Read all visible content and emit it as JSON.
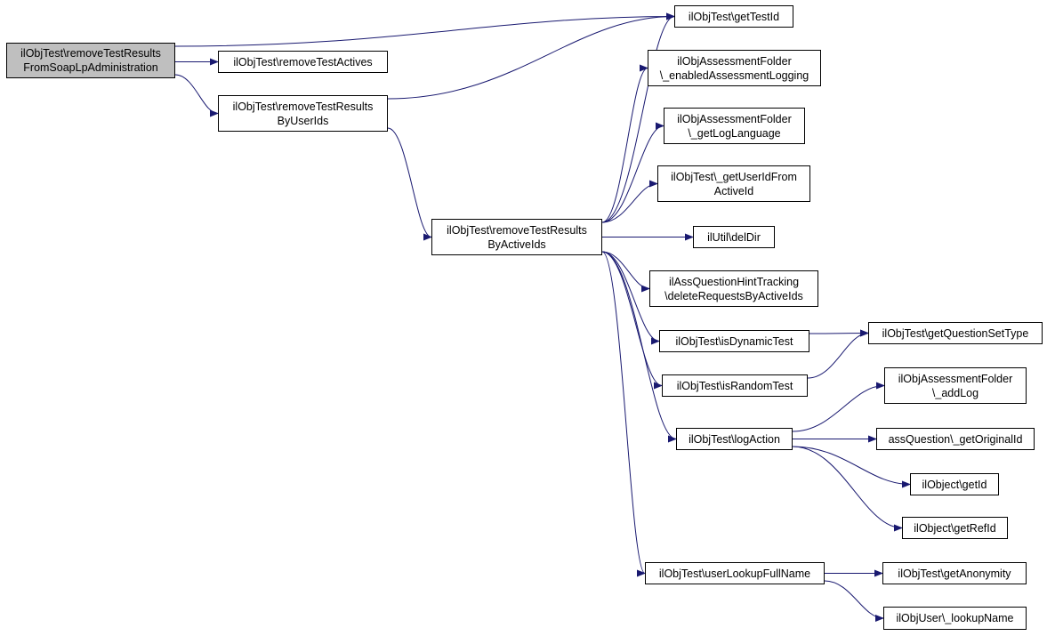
{
  "diagram": {
    "edge_color": "#191970",
    "root_fill": "#bfbfbf",
    "nodes": [
      {
        "id": "root",
        "lines": [
          "ilObjTest\\removeTestResults",
          "FromSoapLpAdministration"
        ],
        "root": true
      },
      {
        "id": "getTestId",
        "lines": [
          "ilObjTest\\getTestId"
        ]
      },
      {
        "id": "removeTestActives",
        "lines": [
          "ilObjTest\\removeTestActives"
        ]
      },
      {
        "id": "removeByUserIds",
        "lines": [
          "ilObjTest\\removeTestResults",
          "ByUserIds"
        ]
      },
      {
        "id": "enabledLogging",
        "lines": [
          "ilObjAssessmentFolder",
          "\\_enabledAssessmentLogging"
        ]
      },
      {
        "id": "getLogLanguage",
        "lines": [
          "ilObjAssessmentFolder",
          "\\_getLogLanguage"
        ]
      },
      {
        "id": "getUserIdFromActiveId",
        "lines": [
          "ilObjTest\\_getUserIdFrom",
          "ActiveId"
        ]
      },
      {
        "id": "removeByActiveIds",
        "lines": [
          "ilObjTest\\removeTestResults",
          "ByActiveIds"
        ]
      },
      {
        "id": "delDir",
        "lines": [
          "ilUtil\\delDir"
        ]
      },
      {
        "id": "hintTracking",
        "lines": [
          "ilAssQuestionHintTracking",
          "\\deleteRequestsByActiveIds"
        ]
      },
      {
        "id": "isDynamicTest",
        "lines": [
          "ilObjTest\\isDynamicTest"
        ]
      },
      {
        "id": "getQuestionSetType",
        "lines": [
          "ilObjTest\\getQuestionSetType"
        ]
      },
      {
        "id": "isRandomTest",
        "lines": [
          "ilObjTest\\isRandomTest"
        ]
      },
      {
        "id": "addLog",
        "lines": [
          "ilObjAssessmentFolder",
          "\\_addLog"
        ]
      },
      {
        "id": "logAction",
        "lines": [
          "ilObjTest\\logAction"
        ]
      },
      {
        "id": "getOriginalId",
        "lines": [
          "assQuestion\\_getOriginalId"
        ]
      },
      {
        "id": "getId",
        "lines": [
          "ilObject\\getId"
        ]
      },
      {
        "id": "getRefId",
        "lines": [
          "ilObject\\getRefId"
        ]
      },
      {
        "id": "userLookupFullName",
        "lines": [
          "ilObjTest\\userLookupFullName"
        ]
      },
      {
        "id": "getAnonymity",
        "lines": [
          "ilObjTest\\getAnonymity"
        ]
      },
      {
        "id": "lookupName",
        "lines": [
          "ilObjUser\\_lookupName"
        ]
      }
    ],
    "edges": [
      {
        "from": "root",
        "to": "getTestId"
      },
      {
        "from": "root",
        "to": "removeTestActives"
      },
      {
        "from": "root",
        "to": "removeByUserIds"
      },
      {
        "from": "removeByUserIds",
        "to": "getTestId"
      },
      {
        "from": "removeByUserIds",
        "to": "removeByActiveIds"
      },
      {
        "from": "removeByActiveIds",
        "to": "getTestId"
      },
      {
        "from": "removeByActiveIds",
        "to": "enabledLogging"
      },
      {
        "from": "removeByActiveIds",
        "to": "getLogLanguage"
      },
      {
        "from": "removeByActiveIds",
        "to": "getUserIdFromActiveId"
      },
      {
        "from": "removeByActiveIds",
        "to": "delDir"
      },
      {
        "from": "removeByActiveIds",
        "to": "hintTracking"
      },
      {
        "from": "removeByActiveIds",
        "to": "isDynamicTest"
      },
      {
        "from": "removeByActiveIds",
        "to": "isRandomTest"
      },
      {
        "from": "removeByActiveIds",
        "to": "logAction"
      },
      {
        "from": "removeByActiveIds",
        "to": "userLookupFullName"
      },
      {
        "from": "isDynamicTest",
        "to": "getQuestionSetType"
      },
      {
        "from": "isRandomTest",
        "to": "getQuestionSetType"
      },
      {
        "from": "logAction",
        "to": "addLog"
      },
      {
        "from": "logAction",
        "to": "getOriginalId"
      },
      {
        "from": "logAction",
        "to": "getId"
      },
      {
        "from": "logAction",
        "to": "getRefId"
      },
      {
        "from": "userLookupFullName",
        "to": "getAnonymity"
      },
      {
        "from": "userLookupFullName",
        "to": "lookupName"
      }
    ]
  }
}
